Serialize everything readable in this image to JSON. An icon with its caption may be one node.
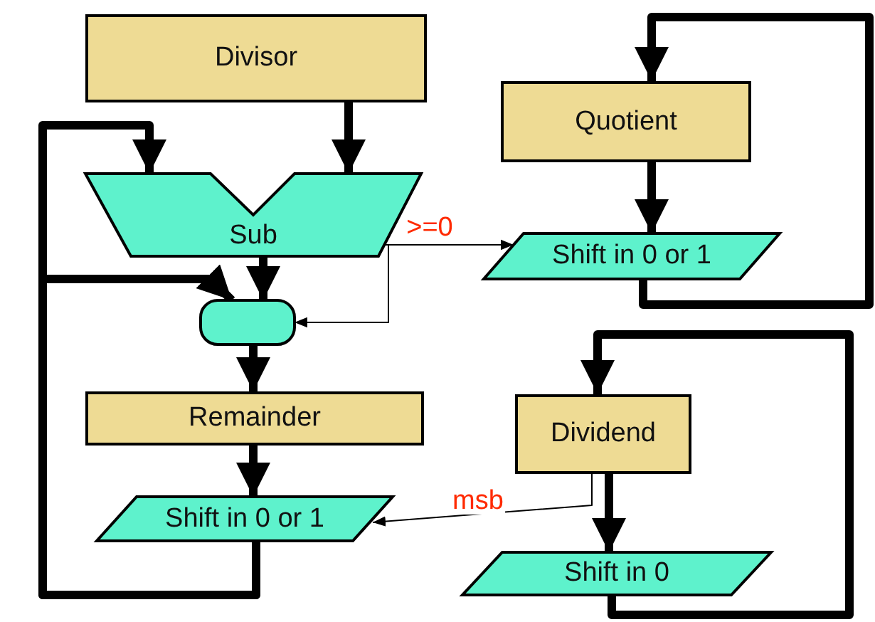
{
  "diagram": {
    "nodes": [
      {
        "text": [
          "Divisor"
        ]
      },
      {
        "text": [
          "Sub"
        ]
      },
      {
        "text": [],
        "shape": "box"
      },
      {
        "text": [
          "Quotient"
        ]
      },
      {
        "text": [
          "Shift in 0 or 1"
        ]
      },
      {
        "text": [
          "Remainder"
        ]
      },
      {
        "text": [
          "Shift in 0 or 1"
        ]
      },
      {
        "text": [
          "Dividend"
        ]
      },
      {
        "text": [
          "Shift in 0"
        ]
      }
    ],
    "edges": [
      {
        "from": 0,
        "to": 1,
        "arrow": "to"
      },
      {
        "from": 6,
        "to": 1,
        "arrow": "to"
      },
      {
        "from": 1,
        "to": 2,
        "arrow": "to"
      },
      {
        "from": 6,
        "to": 2,
        "arrow": "to"
      },
      {
        "from": 1,
        "to": 2,
        "arrow": "to"
      },
      {
        "from": 1,
        "to": 4,
        "arrow": "to",
        "label": ">=0"
      },
      {
        "from": 2,
        "to": 5,
        "arrow": "to"
      },
      {
        "from": 5,
        "to": 6,
        "arrow": "to"
      },
      {
        "from": 3,
        "to": 4,
        "arrow": "to"
      },
      {
        "from": 4,
        "to": 3,
        "arrow": "to"
      },
      {
        "from": 7,
        "to": 8,
        "arrow": "to"
      },
      {
        "from": 8,
        "to": 7,
        "arrow": "to"
      },
      {
        "from": 7,
        "to": 6,
        "arrow": "to",
        "label": "msb"
      }
    ]
  }
}
